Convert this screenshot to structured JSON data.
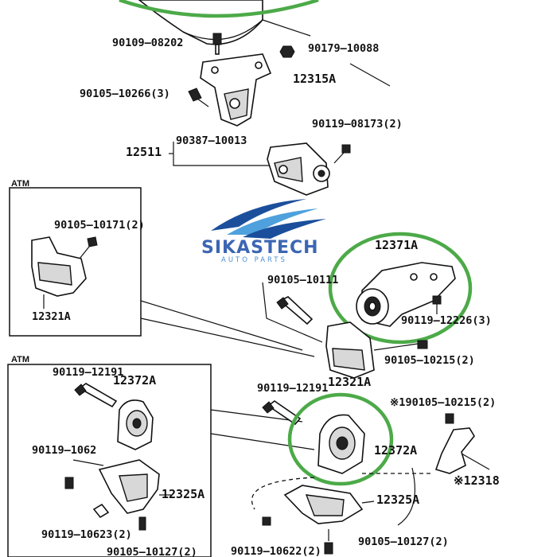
{
  "brand": {
    "name": "SIKASTECH",
    "tagline": "AUTO PARTS",
    "logo_colors": [
      "#1b4f9c",
      "#4ea1dc"
    ]
  },
  "highlight_color": "#4caa48",
  "boxes": {
    "atm_upper": "ATM",
    "atm_lower": "ATM"
  },
  "labels": {
    "p90109_08202": "90109–08202",
    "p90179_10088": "90179–10088",
    "p12315A": "12315A",
    "p90105_10266": "90105–10266(3)",
    "p90119_08173": "90119–08173(2)",
    "p12511": "12511",
    "p90387_10013": "90387–10013",
    "p90105_10171": "90105–10171(2)",
    "p12321A_box": "12321A",
    "p12371A": "12371A",
    "p90105_10111": "90105–10111",
    "p90119_12226": "90119–12226(3)",
    "p90105_10215": "90105–10215(2)",
    "p12321A": "12321A",
    "p90119_12191_box": "90119–12191",
    "p12372A_box": "12372A",
    "p90119_1062": "90119–1062",
    "p12325A_box": "12325A",
    "p90119_10623": "90119–10623(2)",
    "p90105_10127_box": "90105–10127(2)",
    "p90119_12191": "90119–12191",
    "p190105_10215": "※190105–10215(2)",
    "p12372A": "12372A",
    "p12318": "※12318",
    "p12325A": "12325A",
    "p90105_10127": "90105–10127(2)",
    "p90119_10622": "90119–10622(2)"
  }
}
